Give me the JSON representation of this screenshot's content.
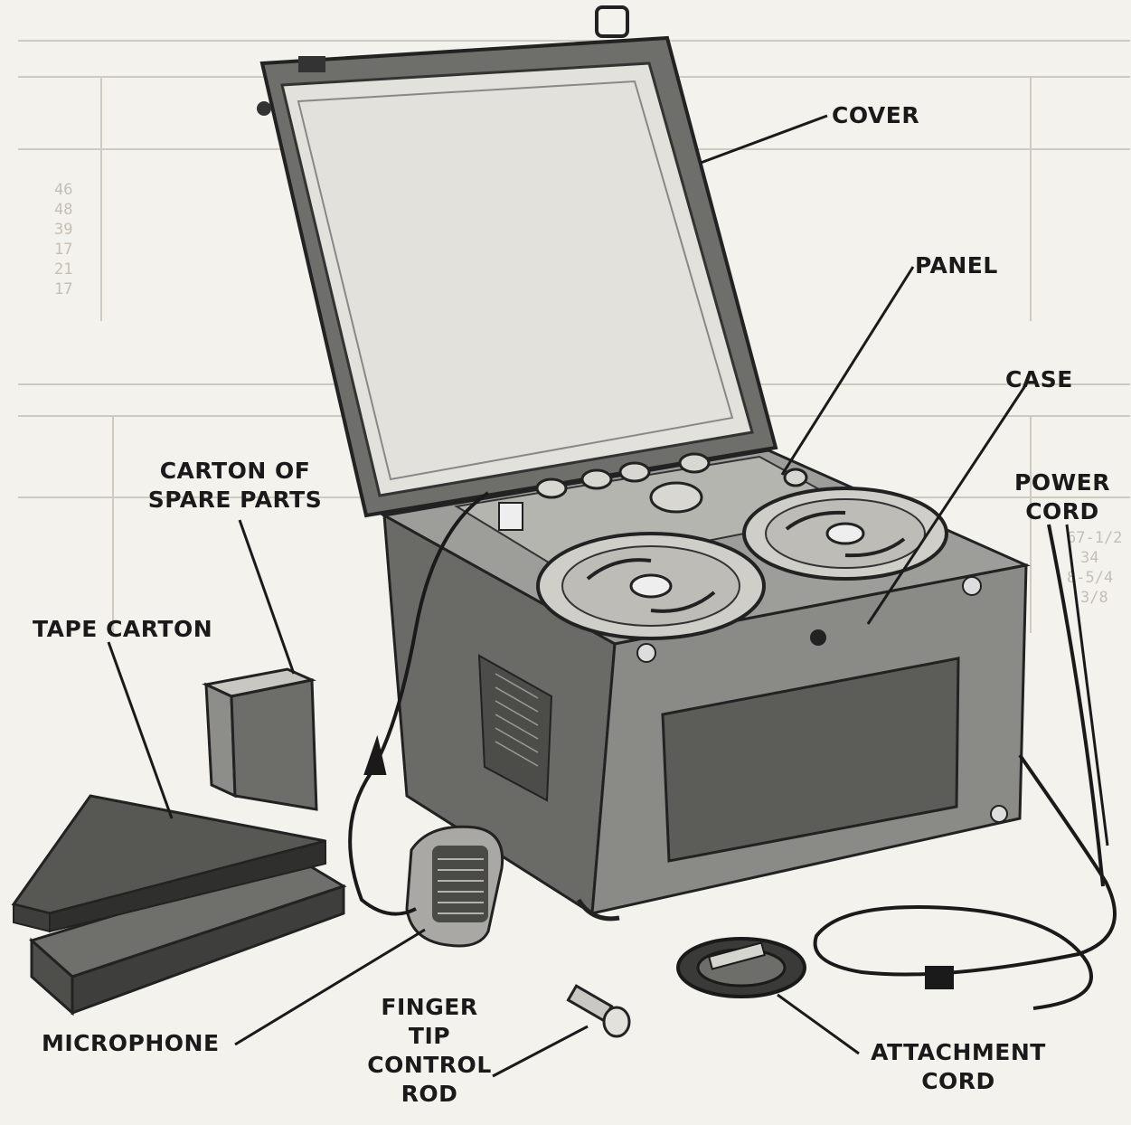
{
  "labels": {
    "cover": "COVER",
    "panel": "PANEL",
    "case": "CASE",
    "power_cord": [
      "POWER",
      "CORD"
    ],
    "carton_spare_parts": [
      "CARTON OF",
      "SPARE PARTS"
    ],
    "tape_carton": "TAPE CARTON",
    "microphone": "MICROPHONE",
    "finger_tip_control_rod": [
      "FINGER",
      "TIP",
      "CONTROL",
      "ROD"
    ],
    "attachment_cord": [
      "ATTACHMENT",
      "CORD"
    ]
  },
  "colors": {
    "background": "#f4f2ec",
    "ink": "#1a1a1a",
    "case_body": "#8a8a86",
    "case_dark": "#5c5c59",
    "panel": "#b5b5b0",
    "cover_window": "#e2e1dc"
  },
  "background_text": {
    "cover_table_right": [
      "46",
      "48",
      "39",
      "17",
      "21",
      "17"
    ],
    "lower_table_right": [
      "67-1/2",
      "34",
      "8-5/4",
      "3/8"
    ]
  }
}
